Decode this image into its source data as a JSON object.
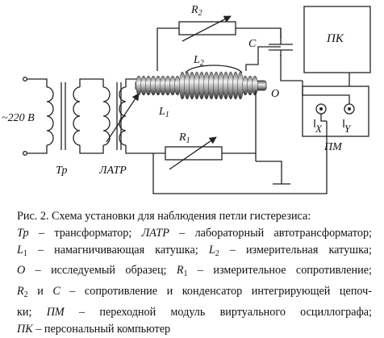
{
  "diagram": {
    "labels": {
      "mains": "~220 В",
      "tr": "Тр",
      "latr": "ЛАТР",
      "l1": "L",
      "l1_sub": "1",
      "l2": "L",
      "l2_sub": "2",
      "r1": "R",
      "r1_sub": "1",
      "r2": "R",
      "r2_sub": "2",
      "c": "C",
      "o": "O",
      "pk": "ПК",
      "pm": "ПМ",
      "x": "X",
      "y": "Y"
    }
  },
  "caption": {
    "line1": "Рис. 2. Схема установки для наблюдения петли гистерезиса:",
    "l2_tr_term": "Тр",
    "l2_tr_def": " – трансформатор; ",
    "l2_latr_term": "ЛАТР",
    "l2_latr_def": " – лабораторный автотрансформатор;",
    "l3_l1_term": "L",
    "l3_l1_sub": "1",
    "l3_l1_def": " – намагничивающая катушка; ",
    "l3_l2_term": "L",
    "l3_l2_sub": "2",
    "l3_l2_def": " – измерительная катушка;",
    "l4_o_term": "О",
    "l4_o_def": " – исследуемый образец; ",
    "l4_r1_term": "R",
    "l4_r1_sub": "1",
    "l4_r1_def": " – измерительное сопротивление;",
    "l5_r2_term": "R",
    "l5_r2_sub": "2",
    "l5_and": " и ",
    "l5_c_term": "С",
    "l5_def": " – сопротивление и конденсатор интегрирующей цепоч-",
    "l6_pre": "ки; ",
    "l6_pm_term": "ПМ",
    "l6_pm_def": " – переходной модуль виртуального осциллографа;",
    "l7_pk_term": "ПК",
    "l7_pk_def": " – персональный компьютер"
  }
}
